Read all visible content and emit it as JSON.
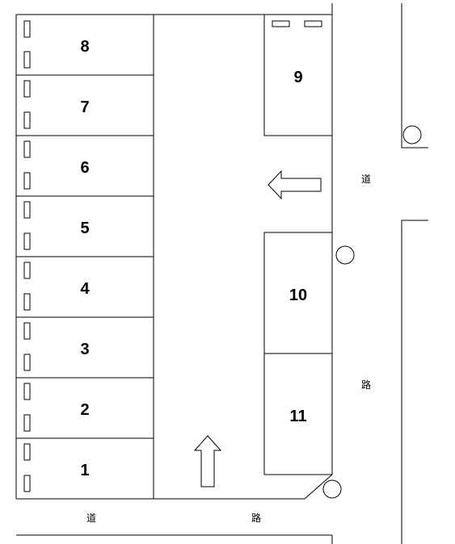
{
  "left_spaces": [
    {
      "label": "8"
    },
    {
      "label": "7"
    },
    {
      "label": "6"
    },
    {
      "label": "5"
    },
    {
      "label": "4"
    },
    {
      "label": "3"
    },
    {
      "label": "2"
    },
    {
      "label": "1"
    }
  ],
  "right_spaces": [
    {
      "label": "9"
    },
    {
      "label": "10"
    },
    {
      "label": "11"
    }
  ],
  "road_bottom": {
    "char1": "道",
    "char2": "路"
  },
  "road_right": {
    "char1": "道",
    "char2": "路"
  },
  "arrows": {
    "up": "up-arrow",
    "left": "left-arrow"
  }
}
